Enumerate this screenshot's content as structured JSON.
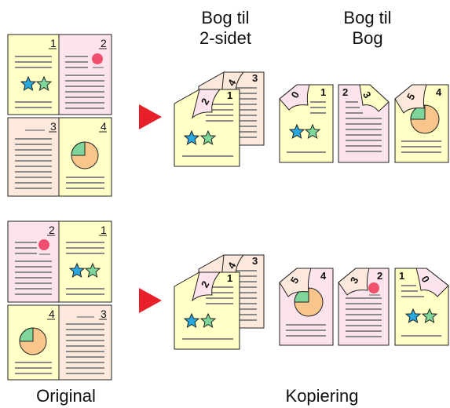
{
  "headers": {
    "bog_til_2sidet_line1": "Bog til",
    "bog_til_2sidet_line2": "2-sidet",
    "bog_til_bog_line1": "Bog til",
    "bog_til_bog_line2": "Bog"
  },
  "footer": {
    "original": "Original",
    "kopiering": "Kopiering"
  },
  "page_numbers": {
    "p1": "1",
    "p2": "2",
    "p3": "3",
    "p4": "4"
  },
  "colors": {
    "yellow_page": "#ffffc6",
    "pink_page": "#fde4ec",
    "peach_page": "#fde9dc",
    "star_blue": "#29a8e0",
    "star_green": "#7fd69a",
    "pie_orange": "#f8c58a",
    "pie_green": "#7fd69a",
    "red_dot": "#f0506e",
    "arrow_red": "#e8202a",
    "line_gray": "#8a8a8a"
  }
}
